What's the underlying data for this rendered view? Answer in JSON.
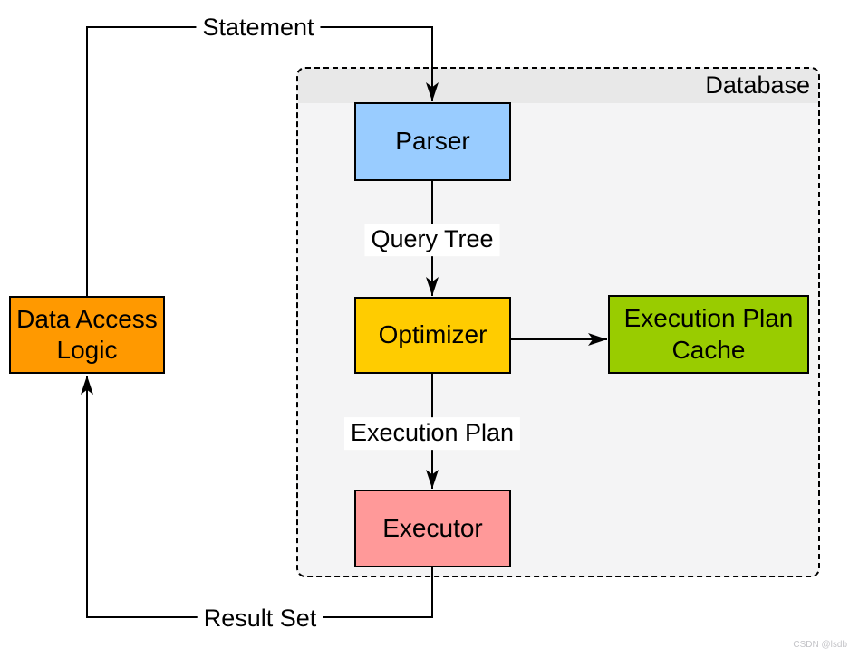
{
  "diagram": {
    "container": {
      "title": "Database"
    },
    "nodes": [
      {
        "id": "data-access-logic",
        "label": "Data Access Logic",
        "fill": "#FF9900"
      },
      {
        "id": "parser",
        "label": "Parser",
        "fill": "#99CCFF"
      },
      {
        "id": "optimizer",
        "label": "Optimizer",
        "fill": "#FFCC00"
      },
      {
        "id": "execution-plan-cache",
        "label": "Execution Plan Cache",
        "fill": "#99CC00"
      },
      {
        "id": "executor",
        "label": "Executor",
        "fill": "#FF9999"
      }
    ],
    "edges": [
      {
        "id": "statement",
        "label": "Statement",
        "from": "Data Access Logic",
        "to": "Parser"
      },
      {
        "id": "query-tree",
        "label": "Query Tree",
        "from": "Parser",
        "to": "Optimizer"
      },
      {
        "id": "optimizer-to-cache",
        "label": "",
        "from": "Optimizer",
        "to": "Execution Plan Cache"
      },
      {
        "id": "execution-plan",
        "label": "Execution Plan",
        "from": "Optimizer",
        "to": "Executor"
      },
      {
        "id": "result-set",
        "label": "Result Set",
        "from": "Executor",
        "to": "Data Access Logic"
      }
    ],
    "colors": {
      "edge_stroke": "#000000",
      "container_fill": "#f4f4f5",
      "container_header_fill": "#e8e8e8"
    }
  },
  "watermark": "CSDN @lsdb"
}
